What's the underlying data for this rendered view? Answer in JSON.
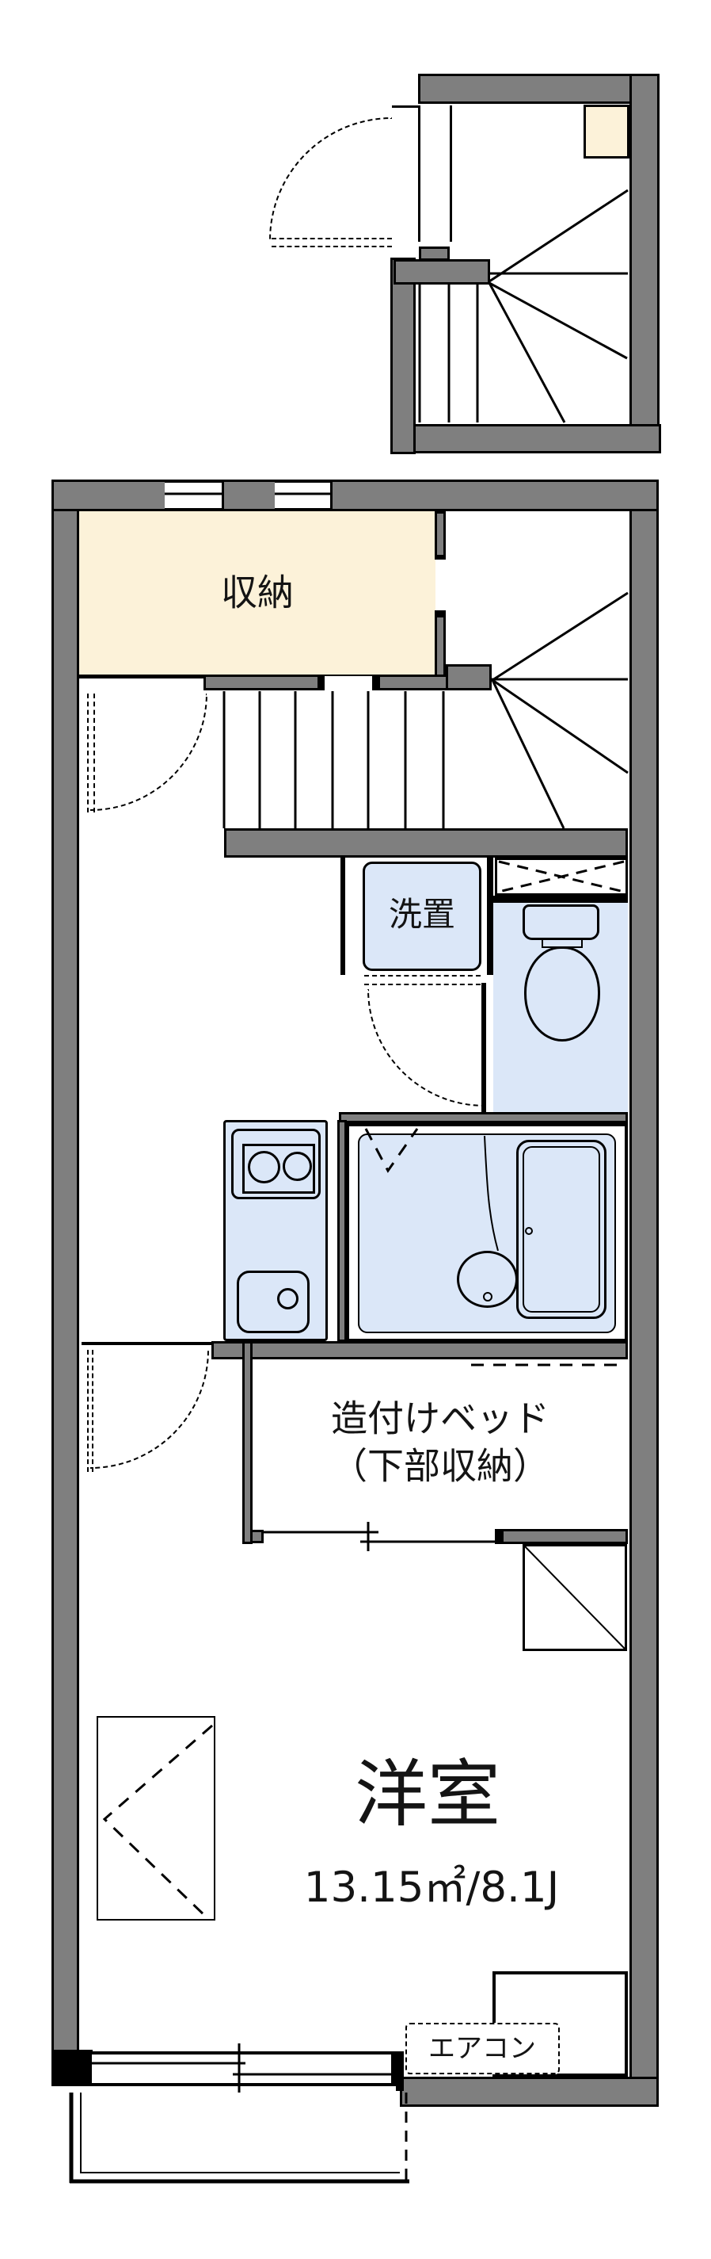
{
  "colors": {
    "wall_gray": "#7f7f7f",
    "storage_cream": "#fcf2d9",
    "fixture_blue": "#dbe7f8",
    "line_black": "#000000"
  },
  "rooms": {
    "storage": {
      "label": "収納"
    },
    "laundry": {
      "label": "洗置"
    },
    "built_in_bed": {
      "label_line1": "造付けベッド",
      "label_line2": "（下部収納）"
    },
    "western_room": {
      "label": "洋室",
      "area": "13.15㎡/8.1J"
    },
    "aircon": {
      "label": "エアコン"
    }
  }
}
